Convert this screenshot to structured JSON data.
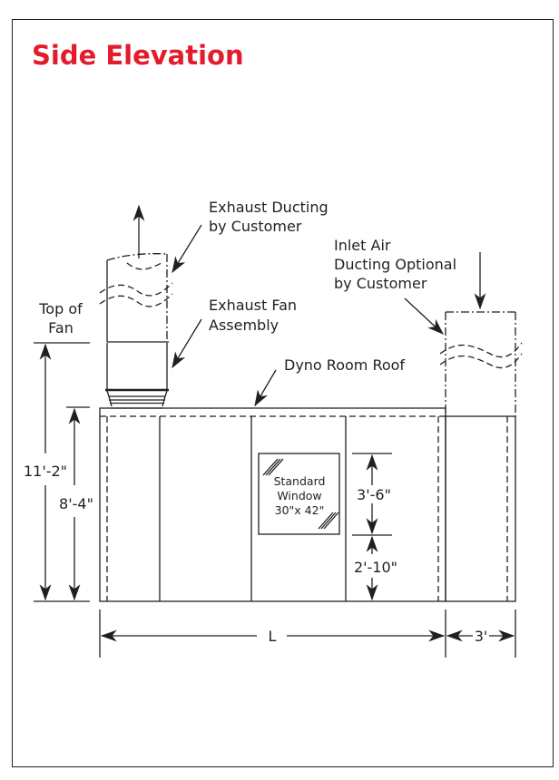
{
  "title": "Side Elevation",
  "colors": {
    "title": "#e31b2b",
    "line": "#231f20",
    "background": "#ffffff"
  },
  "callouts": {
    "exhaust_ducting": [
      "Exhaust Ducting",
      "by Customer"
    ],
    "exhaust_fan": [
      "Exhaust Fan",
      "Assembly"
    ],
    "inlet_air": [
      "Inlet Air",
      "Ducting Optional",
      "by Customer"
    ],
    "dyno_roof": "Dyno Room Roof",
    "top_of_fan": [
      "Top of",
      "Fan"
    ]
  },
  "window": {
    "label": [
      "Standard",
      "Window",
      "30\"x 42\""
    ]
  },
  "dimensions": {
    "top_of_fan_height": "11'-2\"",
    "room_height": "8'-4\"",
    "window_height": "3'-6\"",
    "sill_height": "2'-10\"",
    "room_length": "L",
    "inlet_width": "3'"
  }
}
